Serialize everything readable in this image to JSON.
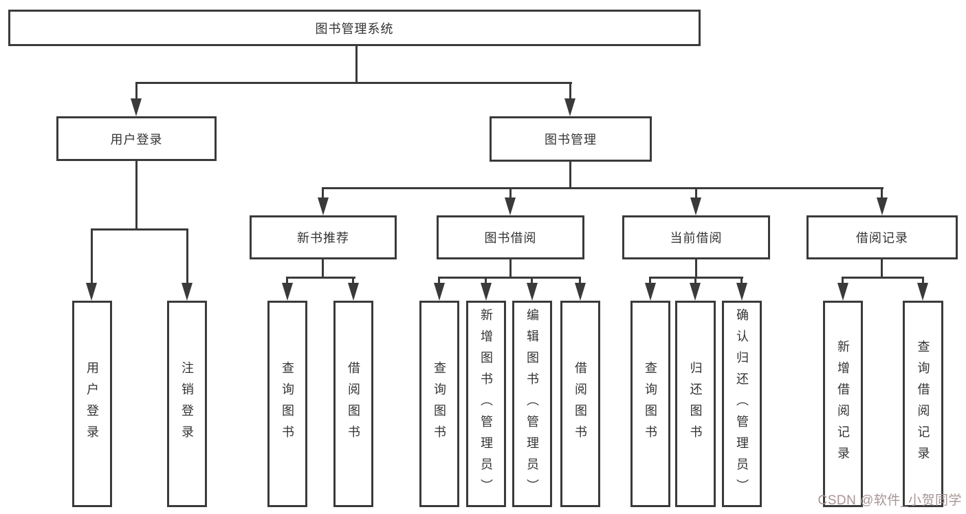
{
  "diagram": {
    "title": "图书管理系统",
    "root": "图书管理系统",
    "login": {
      "label": "用户登录",
      "children": [
        "用户登录",
        "注销登录"
      ]
    },
    "management": {
      "label": "图书管理",
      "groups": [
        {
          "label": "新书推荐",
          "children": [
            "查询图书",
            "借阅图书"
          ]
        },
        {
          "label": "图书借阅",
          "children": [
            "查询图书",
            "新增图书（管理员）",
            "编辑图书（管理员）",
            "借阅图书"
          ]
        },
        {
          "label": "当前借阅",
          "children": [
            "查询图书",
            "归还图书",
            "确认归还（管理员）"
          ]
        },
        {
          "label": "借阅记录",
          "children": [
            "新增借阅记录",
            "查询借阅记录"
          ]
        }
      ]
    }
  },
  "watermark": "CSDN @软件_小贺同学",
  "colors": {
    "line": "#3a3a3a",
    "text": "#333333",
    "watermark": "#a89494"
  }
}
